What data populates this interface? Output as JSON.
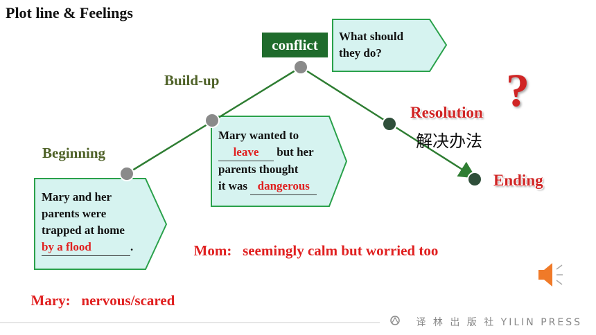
{
  "title": "Plot line & Feelings",
  "stages": {
    "beginning": "Beginning",
    "build_up": "Build-up",
    "conflict": "conflict",
    "resolution": "Resolution",
    "resolution_cn": "解决办法",
    "ending": "Ending"
  },
  "callouts": {
    "conflict": {
      "line1": "What should",
      "line2": "they do?"
    },
    "build_up": {
      "line1": "Mary wanted to",
      "blank1": "leave",
      "line2_after": " but her",
      "line3": "parents thought",
      "line4_before": "it was ",
      "blank2": "dangerous"
    },
    "beginning": {
      "line1": "Mary and her",
      "line2": "parents were",
      "line3": "trapped at home",
      "blank": "by a flood",
      "end": "."
    }
  },
  "feelings": {
    "mom_label": "Mom:",
    "mom_text": "seemingly calm but worried too",
    "mary_label": "Mary:",
    "mary_text": "nervous/scared"
  },
  "question_mark": "?",
  "footer": "译 林 出 版 社  YILIN PRESS",
  "colors": {
    "plot_line": "#2e7d32",
    "callout_fill": "#d6f3f0",
    "callout_border": "#2aa14b",
    "node_grey": "#8a8a8a",
    "node_dark": "#2f4f3a",
    "red": "#e02020",
    "conflict_bg": "#1f6b2c"
  }
}
